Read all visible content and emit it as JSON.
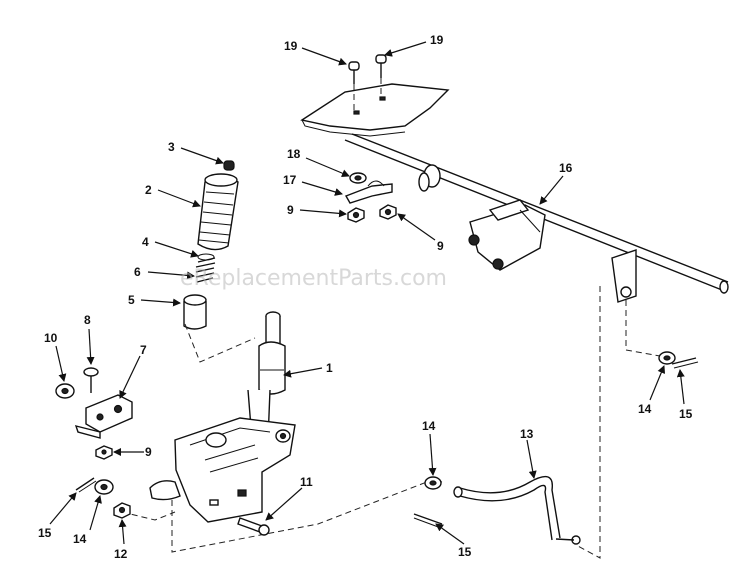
{
  "watermark": "eReplacementParts.com",
  "callouts": [
    {
      "id": "c-19a",
      "label": "19"
    },
    {
      "id": "c-19b",
      "label": "19"
    },
    {
      "id": "c-16",
      "label": "16"
    },
    {
      "id": "c-18",
      "label": "18"
    },
    {
      "id": "c-17",
      "label": "17"
    },
    {
      "id": "c-9a",
      "label": "9"
    },
    {
      "id": "c-9b",
      "label": "9"
    },
    {
      "id": "c-3",
      "label": "3"
    },
    {
      "id": "c-2",
      "label": "2"
    },
    {
      "id": "c-4",
      "label": "4"
    },
    {
      "id": "c-6",
      "label": "6"
    },
    {
      "id": "c-5",
      "label": "5"
    },
    {
      "id": "c-8",
      "label": "8"
    },
    {
      "id": "c-10",
      "label": "10"
    },
    {
      "id": "c-7",
      "label": "7"
    },
    {
      "id": "c-1",
      "label": "1"
    },
    {
      "id": "c-9c",
      "label": "9"
    },
    {
      "id": "c-11",
      "label": "11"
    },
    {
      "id": "c-15a",
      "label": "15"
    },
    {
      "id": "c-14a",
      "label": "14"
    },
    {
      "id": "c-12",
      "label": "12"
    },
    {
      "id": "c-14b",
      "label": "14"
    },
    {
      "id": "c-13",
      "label": "13"
    },
    {
      "id": "c-15b",
      "label": "15"
    },
    {
      "id": "c-14c",
      "label": "14"
    },
    {
      "id": "c-15c",
      "label": "15"
    }
  ]
}
